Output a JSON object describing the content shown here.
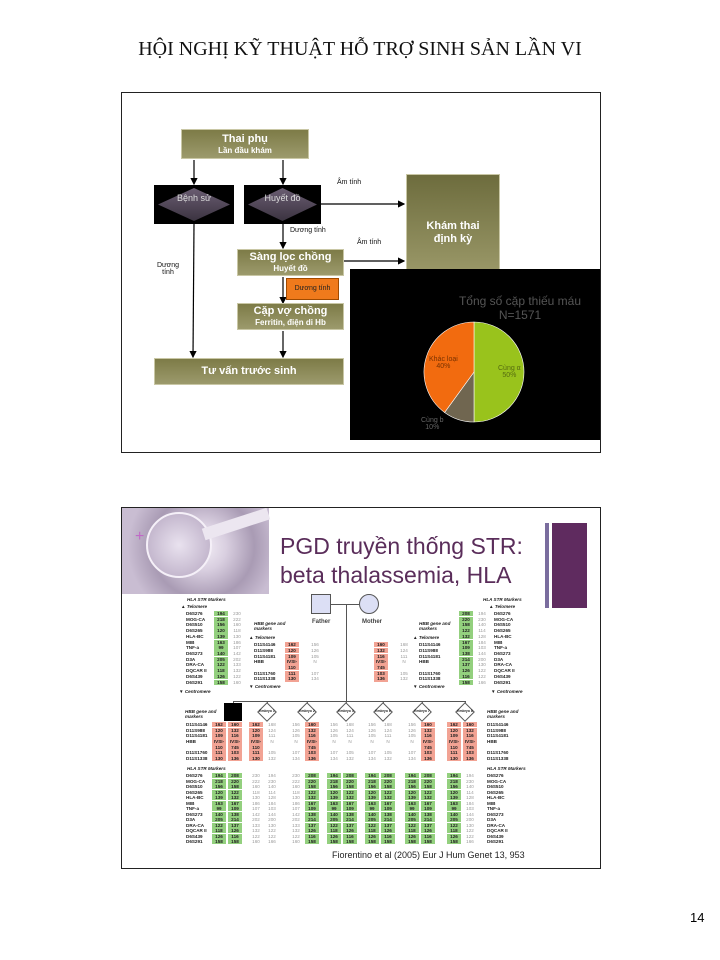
{
  "page": {
    "title": "HỘI NGHỊ KỸ THUẬT HỖ TRỢ SINH SẢN LẦN VI",
    "page_number": "14"
  },
  "slide1": {
    "nodes": {
      "thai_phu": "Thai phụ",
      "thai_phu_sub": "Lần đầu khám",
      "benh_su": "Bệnh sử",
      "huyet_do": "Huyết đồ",
      "kham_thai": "Khám thai định kỳ",
      "sang_loc": "Sàng lọc chồng",
      "sang_loc_sub": "Huyết đồ",
      "duong_tinh_box": "Dương tính",
      "cap_vo_chong": "Cặp vợ chồng",
      "cap_vo_chong_sub": "Ferritin, điện di Hb",
      "tu_van": "Tư vấn trước sinh"
    },
    "edge_labels": {
      "am_tinh_1": "Âm tính",
      "duong_tinh_1": "Dương tính",
      "am_tinh_2": "Âm tính",
      "duong_tinh_left": "Dương tính"
    },
    "chart_data": {
      "type": "pie",
      "title": "Tổng số cặp thiếu máu",
      "subtitle": "N=1571",
      "slices": [
        {
          "label": "Cùng α",
          "value": 50,
          "color": "#99c31c"
        },
        {
          "label": "Cùng b",
          "value": 10,
          "color": "#706650"
        },
        {
          "label": "Khác loại",
          "value": 40,
          "color": "#f26b0f"
        }
      ],
      "value_labels": [
        "50%",
        "10%",
        "40%"
      ]
    }
  },
  "slide2": {
    "plus": "+",
    "title_line1": "PGD truyền thống STR:",
    "title_line2": "beta thalassemia, HLA",
    "citation": "Fiorentino et al (2005) Eur J Hum Genet 13, 953",
    "figure": {
      "hla_header": "HLA STR Markers",
      "hbb_header": "HBB gene and markers",
      "telomere": "▲ Telomere",
      "centromere": "▼ Centromere",
      "father": "Father",
      "mother": "Mother",
      "hla_markers": [
        "D6S276",
        "MOG-CA",
        "D6S510",
        "D6S265",
        "HLA-BC",
        "MIB",
        "TNF-a",
        "D6S273",
        "D3A",
        "DRA-CA",
        "DQCAR II",
        "D6S439",
        "D6S291"
      ],
      "hbb_markers": [
        "D11S4146",
        "D11S988",
        "D11S4181",
        "HBB",
        "D11S1760",
        "D11S1338"
      ],
      "father_hla": [
        [
          "194",
          "218",
          "156",
          "120",
          "139",
          "163",
          "99",
          "140",
          "205",
          "122",
          "118",
          "126",
          "158"
        ],
        [
          "230",
          "222",
          "160",
          "118",
          "130",
          "186",
          "107",
          "142",
          "202",
          "133",
          "132",
          "122",
          "160"
        ]
      ],
      "mother_hla": [
        [
          "208",
          "220",
          "158",
          "122",
          "132",
          "167",
          "109",
          "138",
          "214",
          "137",
          "126",
          "116",
          "158"
        ],
        [
          "194",
          "230",
          "140",
          "114",
          "128",
          "184",
          "103",
          "144",
          "200",
          "130",
          "122",
          "122",
          "166"
        ]
      ],
      "father_hbb": [
        [
          "162",
          "120",
          "109",
          "IVSI-110",
          "111",
          "130"
        ],
        [
          "156",
          "126",
          "105",
          "N",
          "107",
          "134"
        ]
      ],
      "mother_hbb": [
        [
          "160",
          "132",
          "116",
          "IVSI-745",
          "103",
          "136"
        ],
        [
          "168",
          "124",
          "111",
          "N",
          "105",
          "132"
        ]
      ],
      "children": [
        {
          "label": "",
          "affected": true,
          "hbb": [
            "F0",
            "M0"
          ],
          "hla": [
            "F0",
            "M0"
          ]
        },
        {
          "label": "Embryo 1",
          "hbb": [
            "F0",
            "M1"
          ],
          "hla": [
            "F1",
            "M1"
          ]
        },
        {
          "label": "Embryo 2",
          "hbb": [
            "F1",
            "M0"
          ],
          "hla": [
            "F1",
            "M0"
          ]
        },
        {
          "label": "Embryo 3",
          "hbb": [
            "F1",
            "M1"
          ],
          "hla": [
            "F0",
            "M0"
          ]
        },
        {
          "label": "Embryo 6",
          "hbb": [
            "F1",
            "M1"
          ],
          "hla": [
            "F0",
            "M0"
          ]
        },
        {
          "label": "Embryo 7",
          "hbb": [
            "F1",
            "M0"
          ],
          "hla": [
            "F0",
            "M0"
          ]
        },
        {
          "label": "Embryo 8",
          "hbb": [
            "F0",
            "M0"
          ],
          "hla": [
            "F0",
            "M1"
          ]
        }
      ]
    }
  }
}
